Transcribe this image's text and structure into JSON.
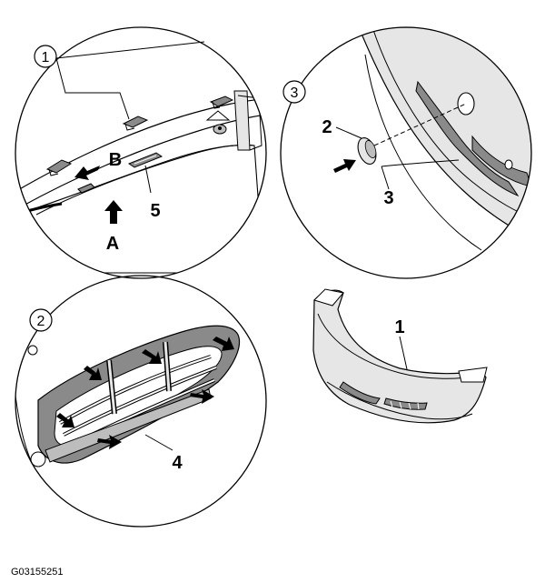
{
  "figure_id": "G03155251",
  "detail_views": {
    "view1": {
      "number": "1",
      "labels": {
        "a": "A",
        "b": "B",
        "part5": "5"
      }
    },
    "view2": {
      "number": "2",
      "labels": {
        "part4": "4"
      }
    },
    "view3": {
      "number": "3",
      "labels": {
        "part2": "2",
        "part3": "3"
      }
    }
  },
  "overview": {
    "part1": "1"
  },
  "colors": {
    "ink": "#000000",
    "fill_light": "#e6e6e6",
    "fill_mid": "#bdbdbd",
    "fill_dark": "#8a8a8a"
  }
}
